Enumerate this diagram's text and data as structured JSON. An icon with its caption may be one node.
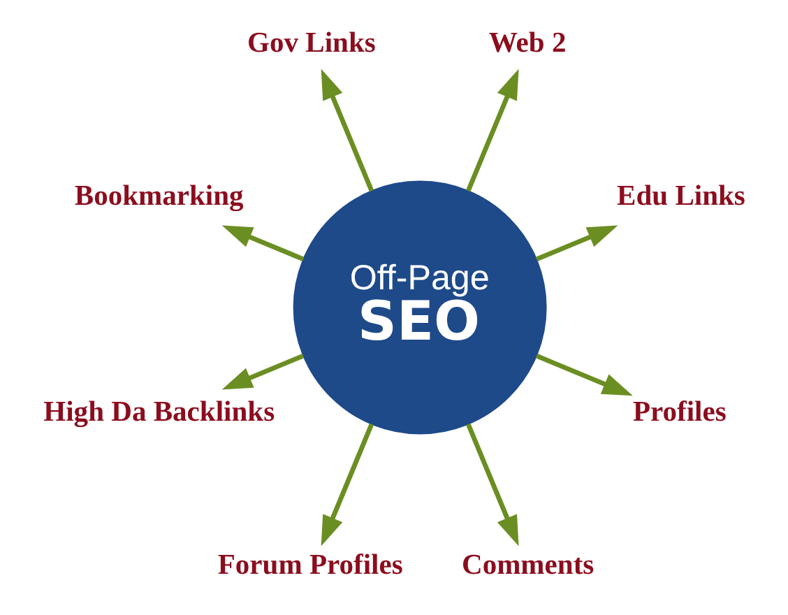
{
  "diagram": {
    "nodes": [
      {
        "text": [
          "Off-Page",
          "SEO"
        ]
      },
      {
        "text": [
          "Web 2"
        ]
      },
      {
        "text": [
          "Edu Links"
        ]
      },
      {
        "text": [
          "Profiles"
        ]
      },
      {
        "text": [
          "Comments"
        ]
      },
      {
        "text": [
          "Forum Profiles"
        ]
      },
      {
        "text": [
          "High Da Backlinks"
        ]
      },
      {
        "text": [
          "Bookmarking"
        ]
      },
      {
        "text": [
          "Gov Links"
        ]
      }
    ],
    "edges": [
      {
        "from": 0,
        "to": 1,
        "arrow": "to"
      },
      {
        "from": 0,
        "to": 2,
        "arrow": "to"
      },
      {
        "from": 0,
        "to": 3,
        "arrow": "to"
      },
      {
        "from": 0,
        "to": 4,
        "arrow": "to"
      },
      {
        "from": 0,
        "to": 5,
        "arrow": "to"
      },
      {
        "from": 0,
        "to": 6,
        "arrow": "to"
      },
      {
        "from": 0,
        "to": 7,
        "arrow": "to"
      },
      {
        "from": 0,
        "to": 8,
        "arrow": "to"
      }
    ]
  }
}
